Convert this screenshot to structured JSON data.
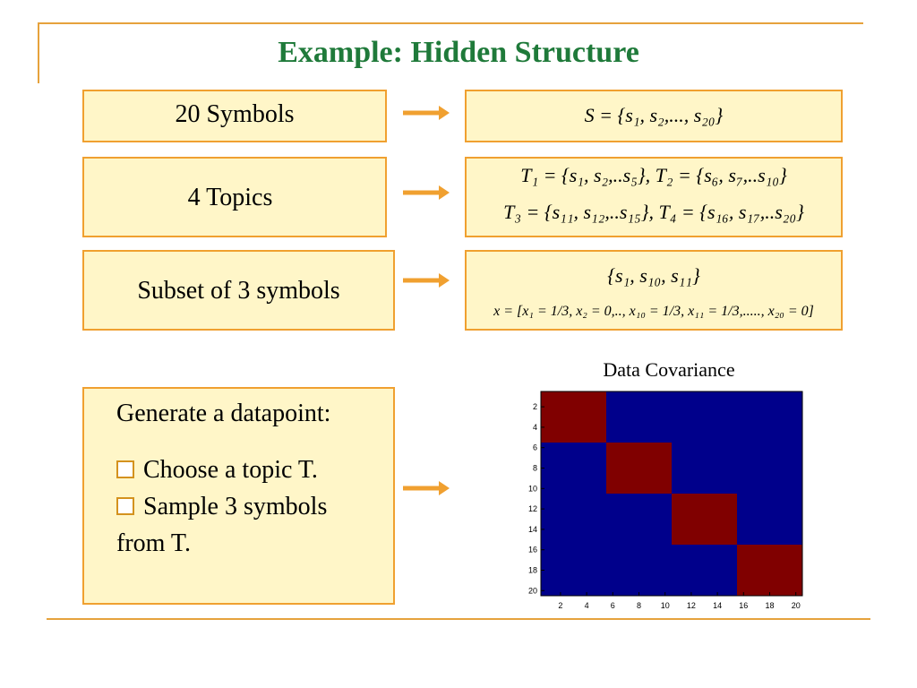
{
  "slide": {
    "title": "Example: Hidden Structure",
    "colors": {
      "title": "#1f7a3a",
      "border": "#f0a030",
      "box_fill": "#fff6c8",
      "arrow": "#f0a030",
      "matrix_high": "#800000",
      "matrix_low": "#00008b"
    }
  },
  "rows": [
    {
      "label": "20 Symbols",
      "math": [
        "S = {s₁, s₂,..., s₂₀}"
      ]
    },
    {
      "label": "4 Topics",
      "math": [
        "T₁ = {s₁, s₂,..s₅}, T₂ = {s₆, s₇,..s₁₀}",
        "T₃ = {s₁₁, s₁₂,..s₁₅}, T₄ = {s₁₆, s₁₇,..s₂₀}"
      ]
    },
    {
      "label": "Subset of  3 symbols",
      "math": [
        "{s₁, s₁₀, s₁₁}",
        "x = [x₁ = 1/3, x₂ = 0,.., x₁₀ = 1/3, x₁₁ = 1/3,....., x₂₀ = 0]"
      ]
    }
  ],
  "generate": {
    "heading": "Generate a datapoint:",
    "steps": [
      "Choose a topic T.",
      "Sample 3 symbols",
      "from T."
    ]
  },
  "chart_data": {
    "type": "heatmap",
    "title": "Data Covariance",
    "size": 20,
    "blocks": [
      [
        1,
        5
      ],
      [
        6,
        10
      ],
      [
        11,
        15
      ],
      [
        16,
        20
      ]
    ],
    "xticks": [
      "2",
      "4",
      "6",
      "8",
      "10",
      "12",
      "14",
      "16",
      "18",
      "20"
    ],
    "yticks": [
      "2",
      "4",
      "6",
      "8",
      "10",
      "12",
      "14",
      "16",
      "18",
      "20"
    ]
  }
}
